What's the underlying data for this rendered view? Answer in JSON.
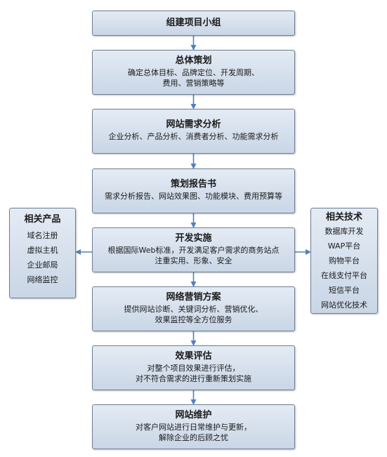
{
  "steps": [
    {
      "title": "组建项目小组",
      "lines": []
    },
    {
      "title": "总体策划",
      "lines": [
        "确定总体目标、品牌定位、开发周期、",
        "费用、营销策略等"
      ]
    },
    {
      "title": "网站需求分析",
      "lines": [
        "企业分析、产品分析、消费者分析、功能需求分析"
      ]
    },
    {
      "title": "策划报告书",
      "lines": [
        "需求分析报告、网站效果图、功能模块、费用预算等"
      ]
    },
    {
      "title": "开发实施",
      "lines": [
        "根据国际Web标准，开发满足客户需求的商务站点",
        "注重实用、形象、安全"
      ]
    },
    {
      "title": "网络营销方案",
      "lines": [
        "提供网站诊断、关键词分析、营销优化、",
        "效果监控等全方位服务"
      ]
    },
    {
      "title": "效果评估",
      "lines": [
        "对整个项目效果进行评估，",
        "对不符合需求的进行重新策划实施"
      ]
    },
    {
      "title": "网站维护",
      "lines": [
        "对客户网站进行日常维护与更新，",
        "解除企业的后顾之忧"
      ]
    }
  ],
  "left_panel": {
    "title": "相关产品",
    "items": [
      "域名注册",
      "虚拟主机",
      "企业邮局",
      "网络监控"
    ]
  },
  "right_panel": {
    "title": "相关技术",
    "items": [
      "数据库开发",
      "WAP平台",
      "购物平台",
      "在线支付平台",
      "短信平台",
      "网站优化技术"
    ]
  },
  "colors": {
    "box_top": "#e4ebf4",
    "box_bottom": "#c9d6e6",
    "border": "#6d7e92",
    "arrow": "#4f81bd"
  }
}
